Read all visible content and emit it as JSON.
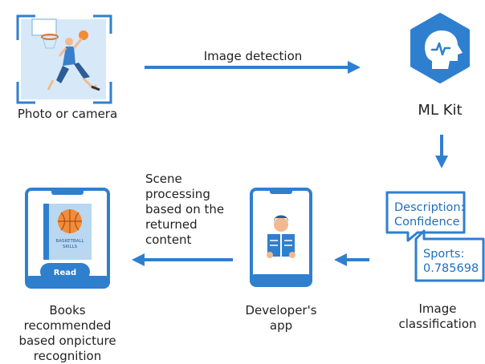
{
  "colors": {
    "primary_blue": "#2f7fcf",
    "light_blue": "#d7e9f8",
    "bubble_text": "#1f6fbf",
    "text": "#222222"
  },
  "nodes": {
    "photo": {
      "label": "Photo or camera",
      "icon": "basketball-player-photo-icon"
    },
    "mlkit": {
      "label": "ML Kit",
      "icon": "brain-hexagon-icon"
    },
    "classification": {
      "label_lines": [
        "Image",
        "classification"
      ],
      "bubble1_lines": [
        "Description:",
        "Confidence"
      ],
      "bubble2_lines": [
        "Sports:",
        "0.785698"
      ]
    },
    "dev_app": {
      "label_lines": [
        "Developer's",
        "app"
      ],
      "icon": "phone-reader-icon"
    },
    "books": {
      "label_lines": [
        "Books",
        "recommended",
        "based onpicture",
        "recognition"
      ],
      "book_title_lines": [
        "BASKETBALL",
        "SKILLS"
      ],
      "read_button": "Read"
    }
  },
  "edges": {
    "detection": {
      "label": "Image detection"
    },
    "scene": {
      "label_lines": [
        "Scene",
        "processing",
        "based on the",
        "returned",
        "content"
      ]
    }
  }
}
